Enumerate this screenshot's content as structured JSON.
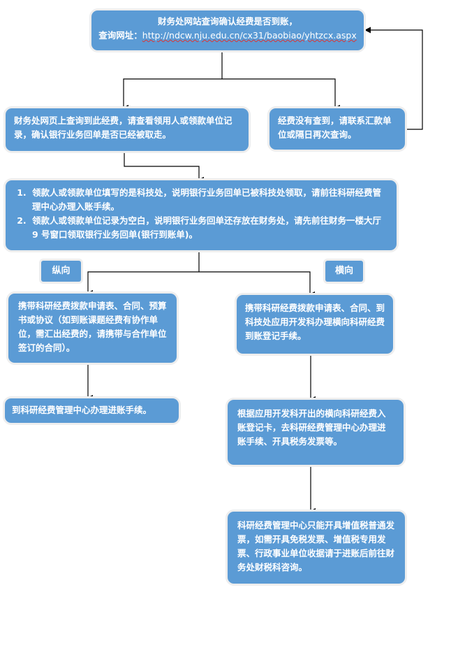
{
  "nodes": {
    "start_line1": "财务处网站查询确认经费是否到账，",
    "start_label": "查询网址：",
    "start_url": "http://ndcw.nju.edu.cn/cx31/baobiao/yhtzcx.aspx",
    "found": "财务处网页上查询到此经费，请查看领用人或领款单位记录，确认银行业务回单是否已经被取走。",
    "not_found": "经费没有查到，请联系汇款单位或隔日再次查询。",
    "check_items": [
      "领款人或领款单位填写的是科技处，说明银行业务回单已被科技处领取，请前往科研经费管理中心办理入账手续。",
      "领款人或领款单位记录为空白，说明银行业务回单还存放在财务处，请先前往财务一楼大厅 9 号窗口领取银行业务回单(银行到账单)。"
    ],
    "vertical_label": "纵向",
    "horizontal_label": "横向",
    "vertical_step1": "携带科研经费拨款申请表、合同、预算书或协议（如到账课题经费有协作单位，需汇出经费的，请携带与合作单位签订的合同）。",
    "vertical_step2": "到科研经费管理中心办理进账手续。",
    "horizontal_step1": "携带科研经费拨款申请表、合同、到科技处应用开发科办理横向科研经费到账登记手续。",
    "horizontal_step2": "根据应用开发科开出的横向科研经费入账登记卡，去科研经费管理中心办理进账手续、开具税务发票等。",
    "horizontal_step3": "科研经费管理中心只能开具增值税普通发票，如需开具免税发票、增值税专用发票、行政事业单位收据请于进账后前往财务处财税科咨询。"
  },
  "colors": {
    "box": "#5b9bd5",
    "line": "#000000"
  }
}
